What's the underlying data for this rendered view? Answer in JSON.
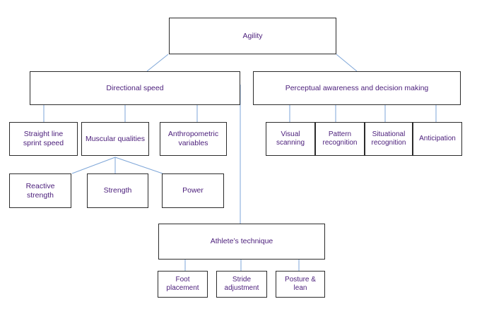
{
  "colors": {
    "text": "#4a1d7a",
    "border": "#2b2b2b",
    "connector": "#7ea6d8"
  },
  "nodes": {
    "agility": "Agility",
    "directional_speed": "Directional speed",
    "perceptual": "Perceptual awareness and decision making",
    "straight_line": "Straight line\nsprint speed",
    "muscular": "Muscular qualities",
    "anthropometric": "Anthropometric\nvariables",
    "reactive": "Reactive\nstrength",
    "strength": "Strength",
    "power": "Power",
    "visual": "Visual\nscanning",
    "pattern": "Pattern\nrecognition",
    "situational": "Situational\nrecognition",
    "anticipation": "Anticipation",
    "technique": "Athlete’s technique",
    "foot": "Foot\nplacement",
    "stride": "Stride\nadjustment",
    "posture": "Posture &\nlean"
  }
}
